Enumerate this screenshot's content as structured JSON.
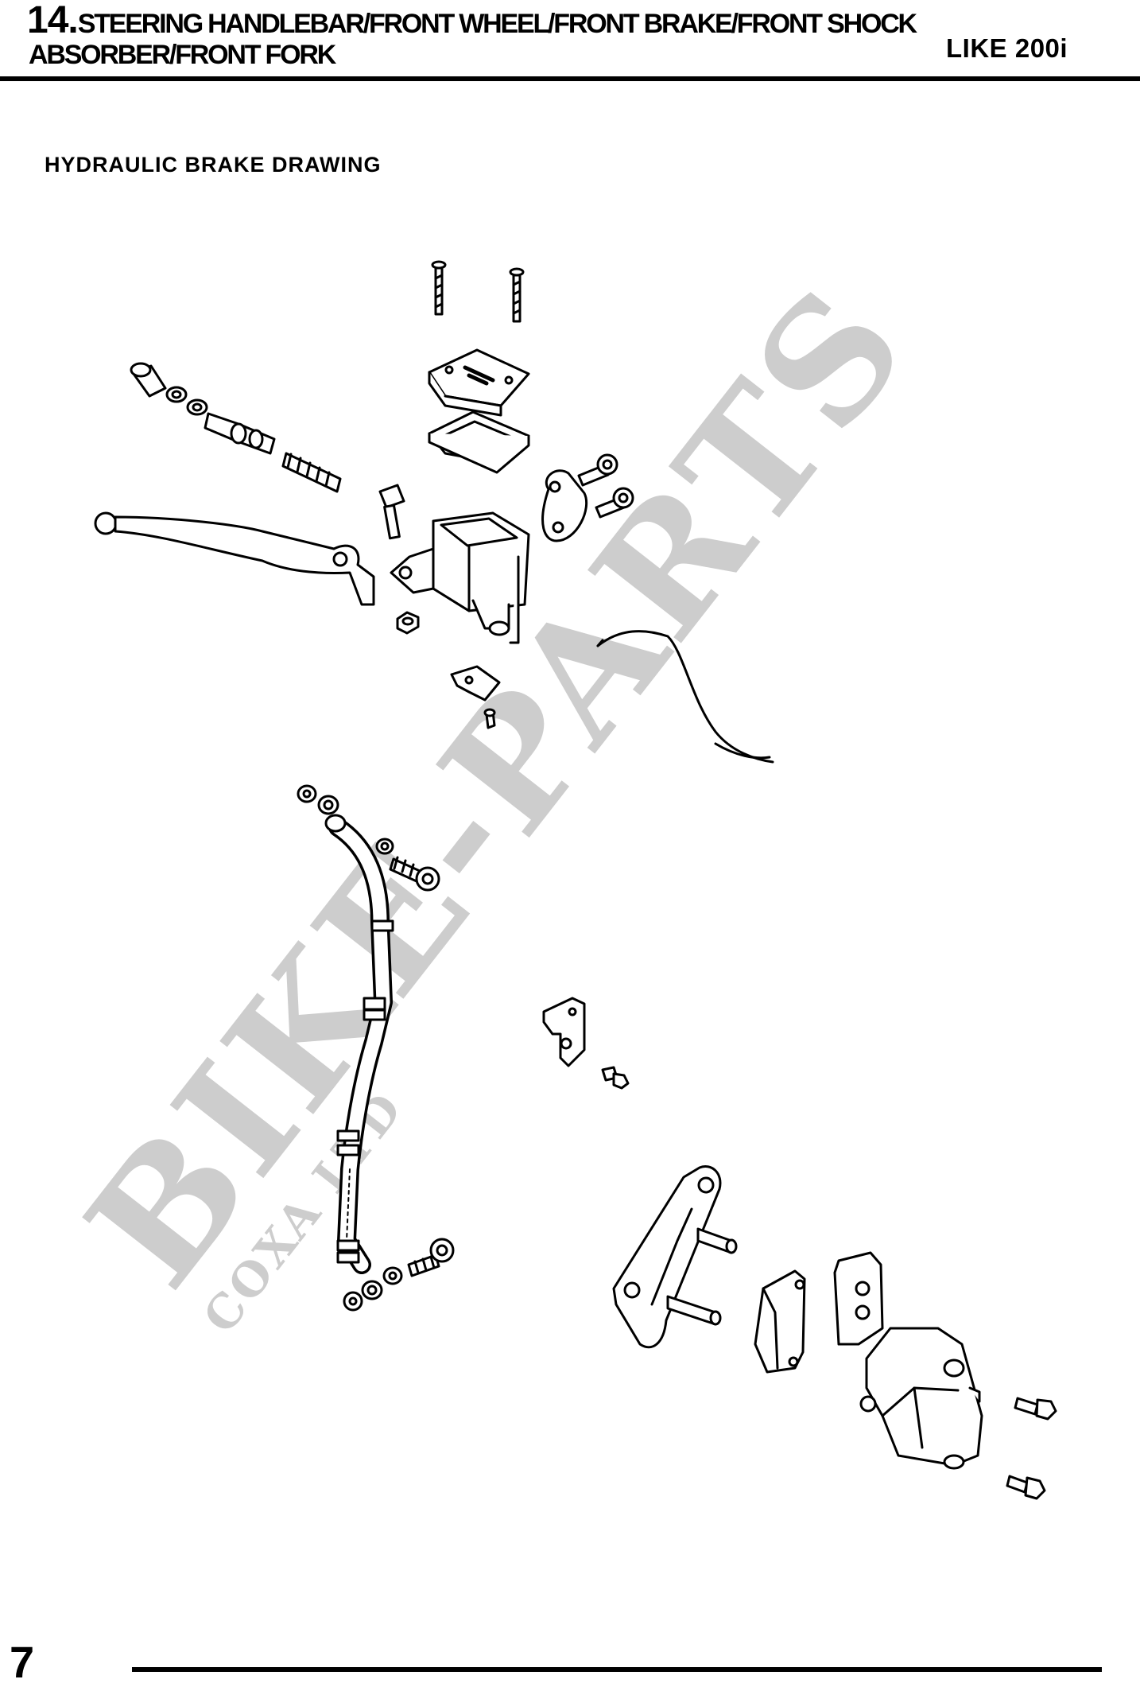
{
  "header": {
    "chapter_number": "14.",
    "title_line1": "STEERING HANDLEBAR/FRONT WHEEL/FRONT BRAKE/FRONT SHOCK",
    "title_line2": "ABSORBER/FRONT FORK",
    "model": "LIKE 200i"
  },
  "section": {
    "title": "HYDRAULIC BRAKE DRAWING"
  },
  "watermark": {
    "brand": "BIKE-PARTS",
    "sub": "COXA LTD",
    "color": "#c8c8c8"
  },
  "footer": {
    "page_number": "7"
  },
  "colors": {
    "ink": "#000000",
    "background": "#ffffff"
  }
}
